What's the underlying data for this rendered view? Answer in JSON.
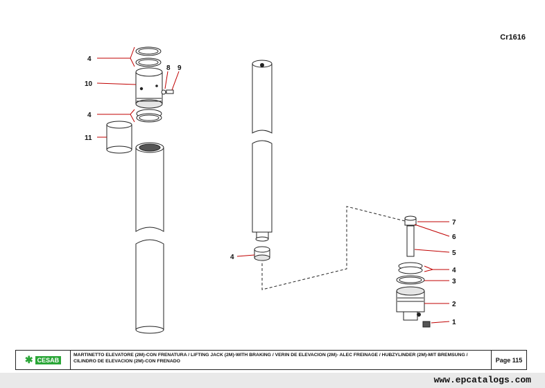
{
  "document": {
    "code": "Cr1616",
    "callouts": {
      "c1": "4",
      "c2": "8",
      "c3": "9",
      "c4": "10",
      "c5": "4",
      "c6": "11",
      "c7": "4",
      "c8": "7",
      "c9": "6",
      "c10": "5",
      "c11": "4",
      "c12": "3",
      "c13": "2",
      "c14": "1"
    }
  },
  "footer": {
    "logo_text": "CESAB",
    "title": "MARTINETTO ELEVATORE (2M)-CON FRENATURA / LIFTING JACK (2M)-WITH BRAKING  / VERIN DE ELEVACION (2M)- ALEC FREINAGE  / HUBZYLINDER (2M)-MIT BREMSUNG / CILINDRO DE ELEVACION (2M)-CON FRENADO",
    "page": "Page 115"
  },
  "watermark": "www.epcatalogs.com",
  "colors": {
    "leader": "#c00000",
    "logo_green": "#2aa637"
  }
}
